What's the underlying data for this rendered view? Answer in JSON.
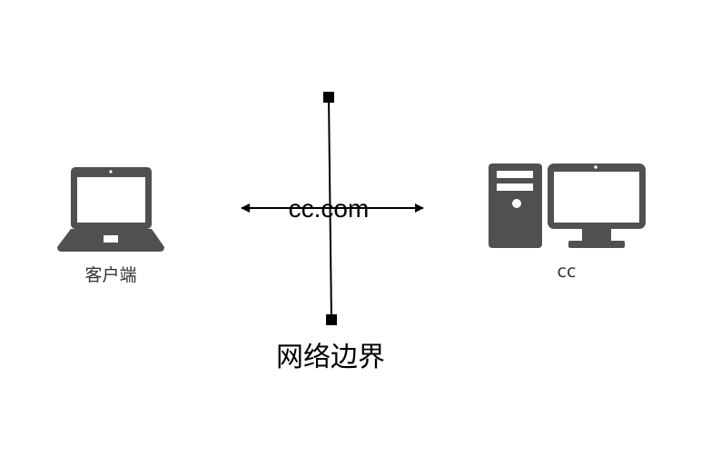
{
  "nodes": {
    "client": {
      "label": "客户端",
      "icon": "laptop-icon"
    },
    "server": {
      "label": "cc",
      "icon": "desktop-computer-icon"
    }
  },
  "connection": {
    "label": "cc.com"
  },
  "boundary": {
    "label": "网络边界"
  },
  "colors": {
    "icon": "#505053",
    "line": "#000000",
    "label": "#333333"
  }
}
